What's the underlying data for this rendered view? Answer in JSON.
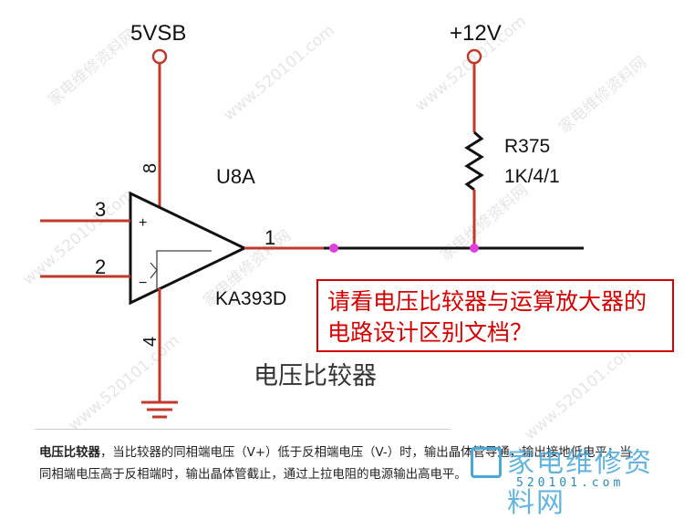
{
  "schematic": {
    "supply_5v_label": "5VSB",
    "supply_12v_label": "+12V",
    "chip_ref": "U8A",
    "chip_part": "KA393D",
    "pin_plus_in": "3",
    "pin_minus_in": "2",
    "pin_out": "1",
    "pin_vcc": "8",
    "pin_gnd": "4",
    "plus_sign": "+",
    "minus_sign": "−",
    "resistor_ref": "R375",
    "resistor_value": "1K/4/1"
  },
  "callout": {
    "text": "请看电压比较器与运算放大器的电路设计区别文档？",
    "color": "#d40000"
  },
  "caption": "电压比较器",
  "description": {
    "term": "电压比较器",
    "body": "，当比较器的同相端电压（V+）低于反相端电压（V-）时，输出晶体管导通，输出接地低电平；当同相端电压高于反相端时，输出晶体管截止，通过上拉电阻的电源输出高电平。"
  },
  "watermark": {
    "text_cn": "家电维修资料网",
    "text_url": "www.520101.com"
  },
  "logo": {
    "text": "家电维修资料网",
    "url": "520101.com"
  }
}
